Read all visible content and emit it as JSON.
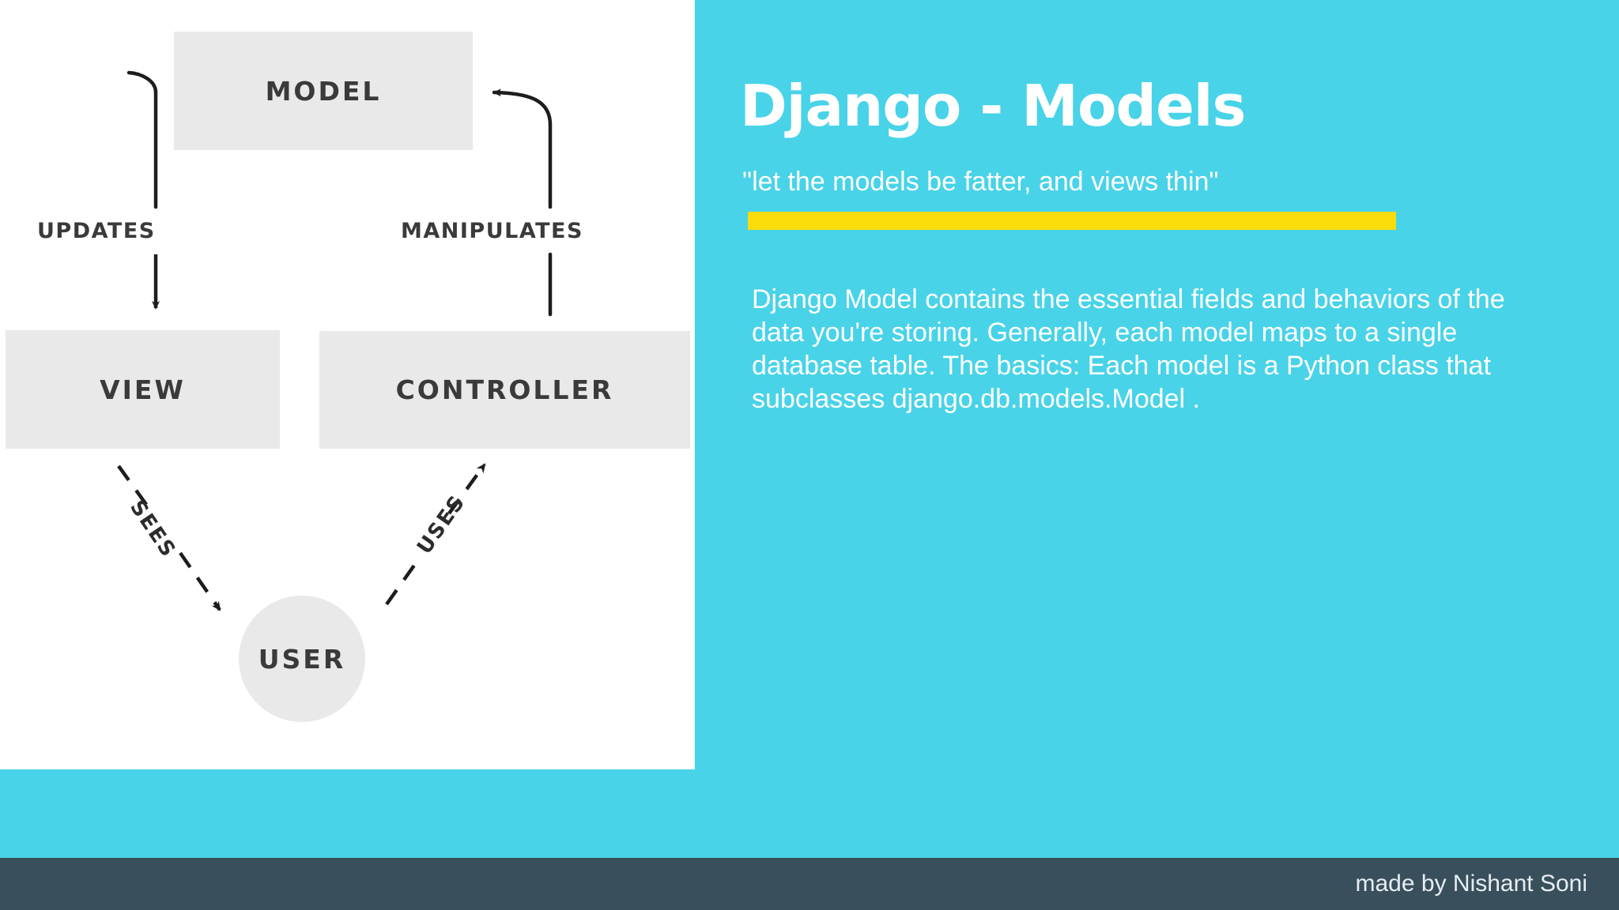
{
  "theme": {
    "background_cyan": "#48d3e8",
    "panel_white": "#ffffff",
    "node_gray": "#e9e9e9",
    "node_text": "#3a3a3a",
    "accent_yellow": "#f9dc09",
    "footer_bar": "#3a4f5c",
    "footer_text": "#e6eef2",
    "title_text": "#ffffff"
  },
  "content": {
    "title": "Django - Models",
    "subtitle": "\"let the models be fatter, and views thin\"",
    "body": "Django Model contains the essential fields and behaviors of the data you're storing. Generally, each model maps to a single database table. The basics: Each model is a Python class that subclasses django.db.models.Model ."
  },
  "diagram": {
    "name": "mvc-diagram",
    "nodes": [
      {
        "id": "model",
        "label": "MODEL",
        "shape": "rectangle"
      },
      {
        "id": "view",
        "label": "VIEW",
        "shape": "rectangle"
      },
      {
        "id": "controller",
        "label": "CONTROLLER",
        "shape": "rectangle"
      },
      {
        "id": "user",
        "label": "USER",
        "shape": "circle"
      }
    ],
    "edges": [
      {
        "id": "updates",
        "label": "UPDATES",
        "from": "model",
        "to": "view",
        "style": "solid-curved"
      },
      {
        "id": "manipulates",
        "label": "MANIPULATES",
        "from": "controller",
        "to": "model",
        "style": "solid-curved"
      },
      {
        "id": "sees",
        "label": "SEES",
        "from": "view",
        "to": "user",
        "style": "dashed"
      },
      {
        "id": "uses",
        "label": "USES",
        "from": "user",
        "to": "controller",
        "style": "dashed"
      }
    ]
  },
  "footer": {
    "credit": "made by Nishant Soni"
  }
}
